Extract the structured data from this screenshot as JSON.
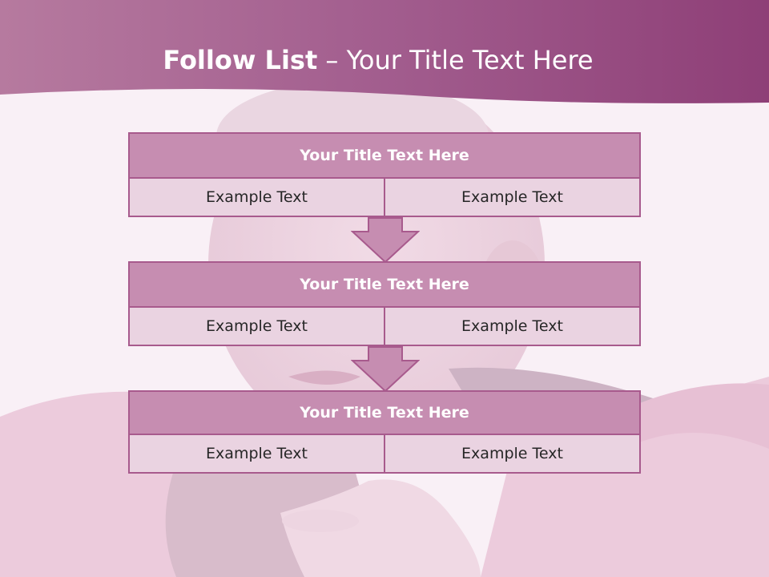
{
  "title": {
    "bold": "Follow List",
    "rest": " – Your Title Text Here"
  },
  "colors": {
    "header": "#9b4f86",
    "block_title_bg": "#c68db1",
    "block_border": "#a85a8d",
    "cell_bg": "#ead3e1"
  },
  "blocks": [
    {
      "title": "Your Title Text Here",
      "left": "Example Text",
      "right": "Example Text"
    },
    {
      "title": "Your Title Text Here",
      "left": "Example Text",
      "right": "Example Text"
    },
    {
      "title": "Your Title Text Here",
      "left": "Example Text",
      "right": "Example Text"
    }
  ]
}
